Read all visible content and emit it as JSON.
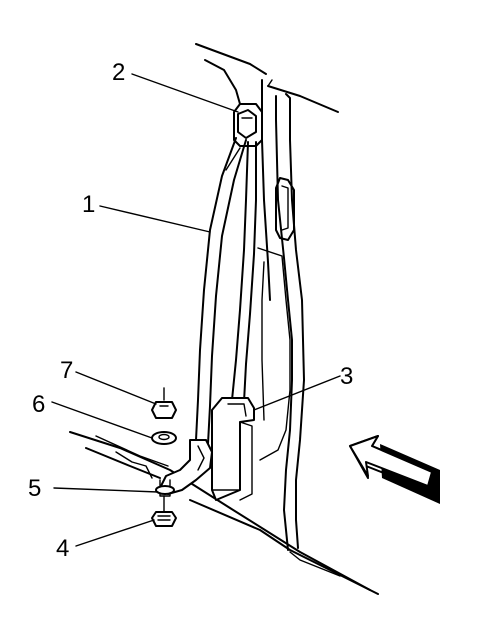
{
  "callouts": {
    "c1": "1",
    "c2": "2",
    "c3": "3",
    "c4": "4",
    "c5": "5",
    "c6": "6",
    "c7": "7"
  },
  "colors": {
    "line": "#000000",
    "background": "#ffffff"
  },
  "icons": {
    "view_direction": "arrow-icon"
  }
}
